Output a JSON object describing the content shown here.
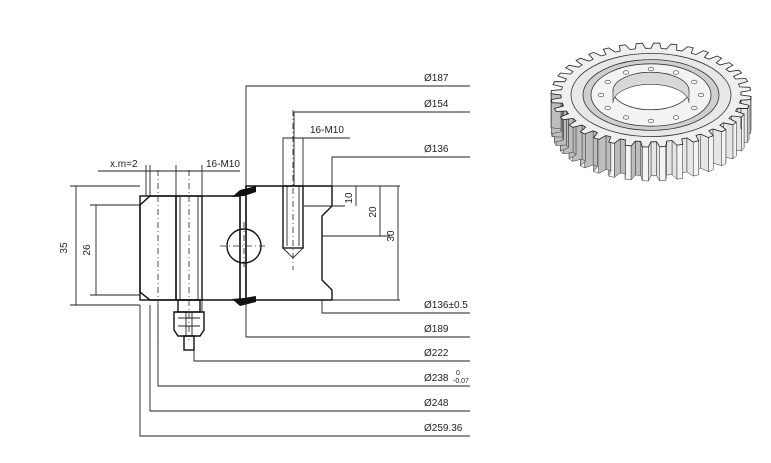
{
  "drawing": {
    "right_dimensions": [
      "Ø187",
      "Ø154",
      "Ø136",
      "Ø136±0.5",
      "Ø189",
      "Ø222",
      "Ø238",
      "Ø248",
      "Ø259.36"
    ],
    "tolerance": {
      "upper": "0",
      "lower": "-0.07"
    },
    "left_labels": {
      "module": "x.m=2",
      "bolt_left": "16-M10",
      "bolt_top": "16-M10"
    },
    "vertical_dims": {
      "d35": "35",
      "d26": "26",
      "d10": "10",
      "d20": "20",
      "d30": "30"
    }
  },
  "colors": {
    "line": "#222222",
    "hatch": "#333333",
    "seal": "#111111",
    "paper": "#ffffff"
  }
}
